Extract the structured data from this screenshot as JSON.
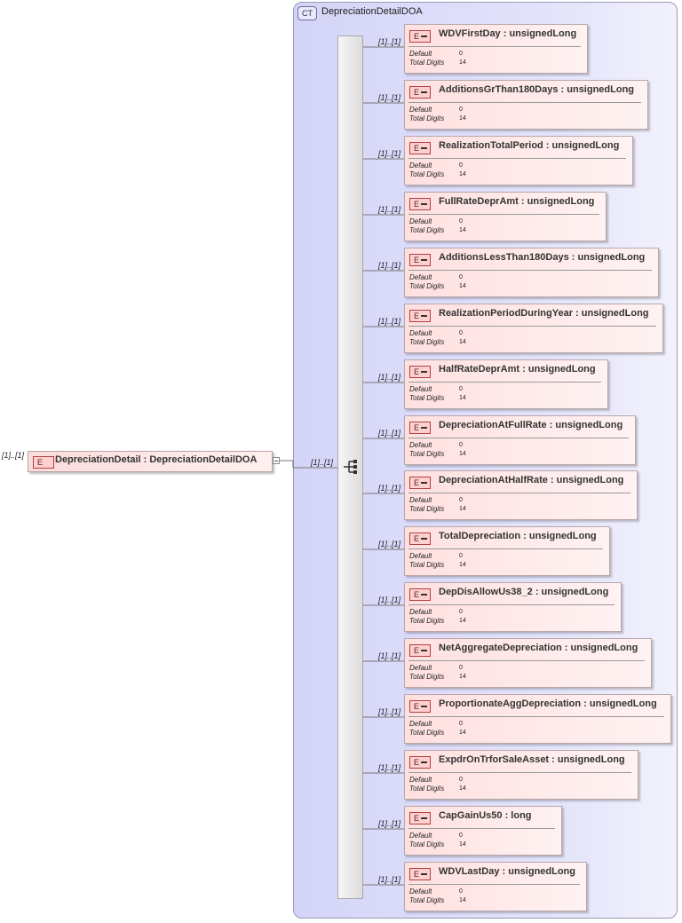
{
  "complex_type": {
    "badge": "CT",
    "name": "DepreciationDetailDOA"
  },
  "root": {
    "badge": "E",
    "label": "DepreciationDetail : DepreciationDetailDOA",
    "cardinality": "[1]..[1]"
  },
  "sequence": {
    "cardinality": "[1]..[1]"
  },
  "element_badge": "E",
  "elements": [
    {
      "name": "WDVFirstDay : unsignedLong",
      "cardinality": "[1]..[1]",
      "prop1_key": "Default",
      "prop1_val": "0",
      "prop2_key": "Total Digits",
      "prop2_val": "14"
    },
    {
      "name": "AdditionsGrThan180Days : unsignedLong",
      "cardinality": "[1]..[1]",
      "prop1_key": "Default",
      "prop1_val": "0",
      "prop2_key": "Total Digits",
      "prop2_val": "14"
    },
    {
      "name": "RealizationTotalPeriod : unsignedLong",
      "cardinality": "[1]..[1]",
      "prop1_key": "Default",
      "prop1_val": "0",
      "prop2_key": "Total Digits",
      "prop2_val": "14"
    },
    {
      "name": "FullRateDeprAmt : unsignedLong",
      "cardinality": "[1]..[1]",
      "prop1_key": "Default",
      "prop1_val": "0",
      "prop2_key": "Total Digits",
      "prop2_val": "14"
    },
    {
      "name": "AdditionsLessThan180Days : unsignedLong",
      "cardinality": "[1]..[1]",
      "prop1_key": "Default",
      "prop1_val": "0",
      "prop2_key": "Total Digits",
      "prop2_val": "14"
    },
    {
      "name": "RealizationPeriodDuringYear : unsignedLong",
      "cardinality": "[1]..[1]",
      "prop1_key": "Default",
      "prop1_val": "0",
      "prop2_key": "Total Digits",
      "prop2_val": "14"
    },
    {
      "name": "HalfRateDeprAmt : unsignedLong",
      "cardinality": "[1]..[1]",
      "prop1_key": "Default",
      "prop1_val": "0",
      "prop2_key": "Total Digits",
      "prop2_val": "14"
    },
    {
      "name": "DepreciationAtFullRate : unsignedLong",
      "cardinality": "[1]..[1]",
      "prop1_key": "Default",
      "prop1_val": "0",
      "prop2_key": "Total Digits",
      "prop2_val": "14"
    },
    {
      "name": "DepreciationAtHalfRate : unsignedLong",
      "cardinality": "[1]..[1]",
      "prop1_key": "Default",
      "prop1_val": "0",
      "prop2_key": "Total Digits",
      "prop2_val": "14"
    },
    {
      "name": "TotalDepreciation : unsignedLong",
      "cardinality": "[1]..[1]",
      "prop1_key": "Default",
      "prop1_val": "0",
      "prop2_key": "Total Digits",
      "prop2_val": "14"
    },
    {
      "name": "DepDisAllowUs38_2 : unsignedLong",
      "cardinality": "[1]..[1]",
      "prop1_key": "Default",
      "prop1_val": "0",
      "prop2_key": "Total Digits",
      "prop2_val": "14"
    },
    {
      "name": "NetAggregateDepreciation : unsignedLong",
      "cardinality": "[1]..[1]",
      "prop1_key": "Default",
      "prop1_val": "0",
      "prop2_key": "Total Digits",
      "prop2_val": "14"
    },
    {
      "name": "ProportionateAggDepreciation : unsignedLong",
      "cardinality": "[1]..[1]",
      "prop1_key": "Default",
      "prop1_val": "0",
      "prop2_key": "Total Digits",
      "prop2_val": "14"
    },
    {
      "name": "ExpdrOnTrforSaleAsset : unsignedLong",
      "cardinality": "[1]..[1]",
      "prop1_key": "Default",
      "prop1_val": "0",
      "prop2_key": "Total Digits",
      "prop2_val": "14"
    },
    {
      "name": "CapGainUs50 : long",
      "cardinality": "[1]..[1]",
      "prop1_key": "Default",
      "prop1_val": "0",
      "prop2_key": "Total Digits",
      "prop2_val": "14"
    },
    {
      "name": "WDVLastDay : unsignedLong",
      "cardinality": "[1]..[1]",
      "prop1_key": "Default",
      "prop1_val": "0",
      "prop2_key": "Total Digits",
      "prop2_val": "14"
    }
  ]
}
